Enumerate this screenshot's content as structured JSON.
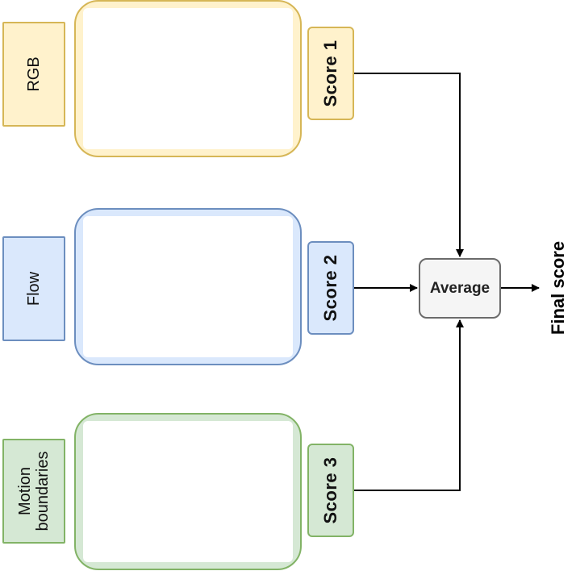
{
  "streams": [
    {
      "label": "RGB",
      "score": "Score 1",
      "fill": "#fff2cc",
      "border": "#d6b656"
    },
    {
      "label": "Flow",
      "score": "Score 2",
      "fill": "#dae8fc",
      "border": "#6c8ebf"
    },
    {
      "label_line1": "Motion",
      "label_line2": "boundaries",
      "score": "Score 3",
      "fill": "#d5e8d4",
      "border": "#82b366"
    }
  ],
  "average_label": "Average",
  "final_label": "Final score"
}
